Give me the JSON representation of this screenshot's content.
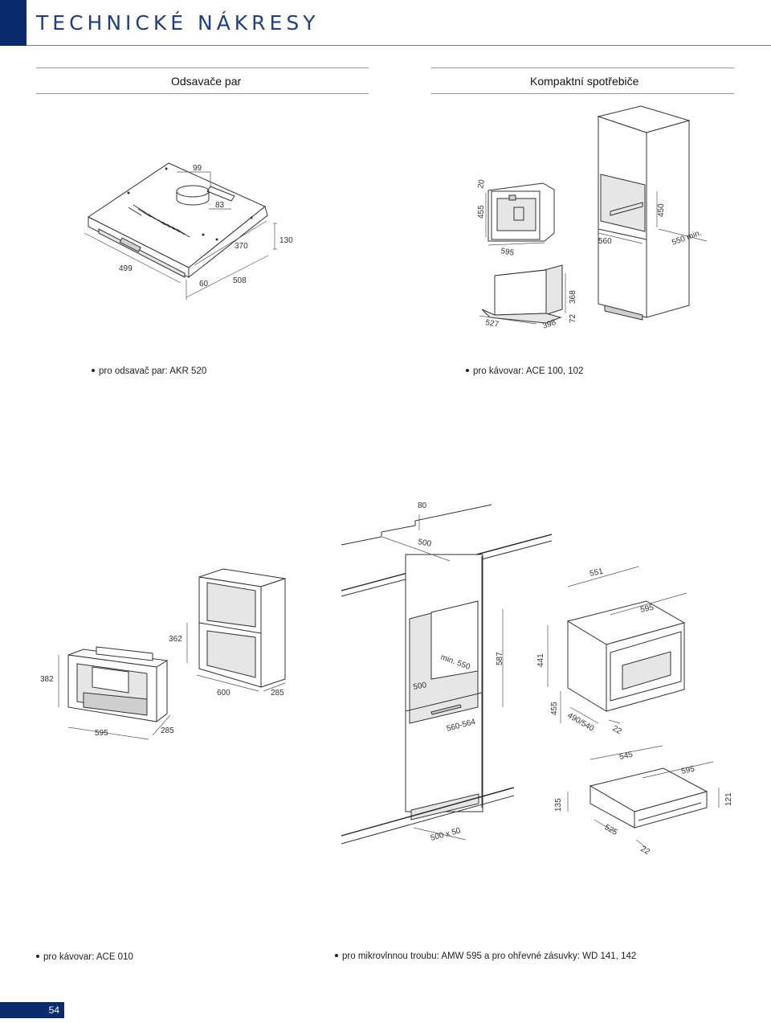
{
  "header": {
    "title": "TECHNICKÉ NÁKRESY"
  },
  "sections": {
    "left_title": "Odsavače par",
    "right_title": "Kompaktní spotřebiče"
  },
  "captions": {
    "hood": "pro odsavač par: AKR 520",
    "coffee_top": "pro kávovar: ACE 100, 102",
    "coffee_bottom": "pro kávovar: ACE 010",
    "microwave": "pro mikrovlnnou troubu: AMW 595 a pro ohřevné zásuvky: WD 141, 142"
  },
  "dimensions": {
    "hood": [
      "99",
      "83",
      "370",
      "130",
      "499",
      "60",
      "508"
    ],
    "coffee_niche": [
      "20",
      "455",
      "595",
      "527",
      "398",
      "72",
      "368"
    ],
    "tall_cabinet": [
      "560",
      "450",
      "550 min."
    ],
    "coffee_010": [
      "362",
      "382",
      "600",
      "285",
      "595",
      "285"
    ],
    "oven_cabinet": [
      "80",
      "500",
      "min. 550",
      "587",
      "500",
      "560-564",
      "500 x 50"
    ],
    "microwave": [
      "551",
      "595",
      "441",
      "455",
      "490/540",
      "22"
    ],
    "drawer": [
      "545",
      "595",
      "135",
      "121",
      "525",
      "22"
    ]
  },
  "page": {
    "number": "54"
  }
}
